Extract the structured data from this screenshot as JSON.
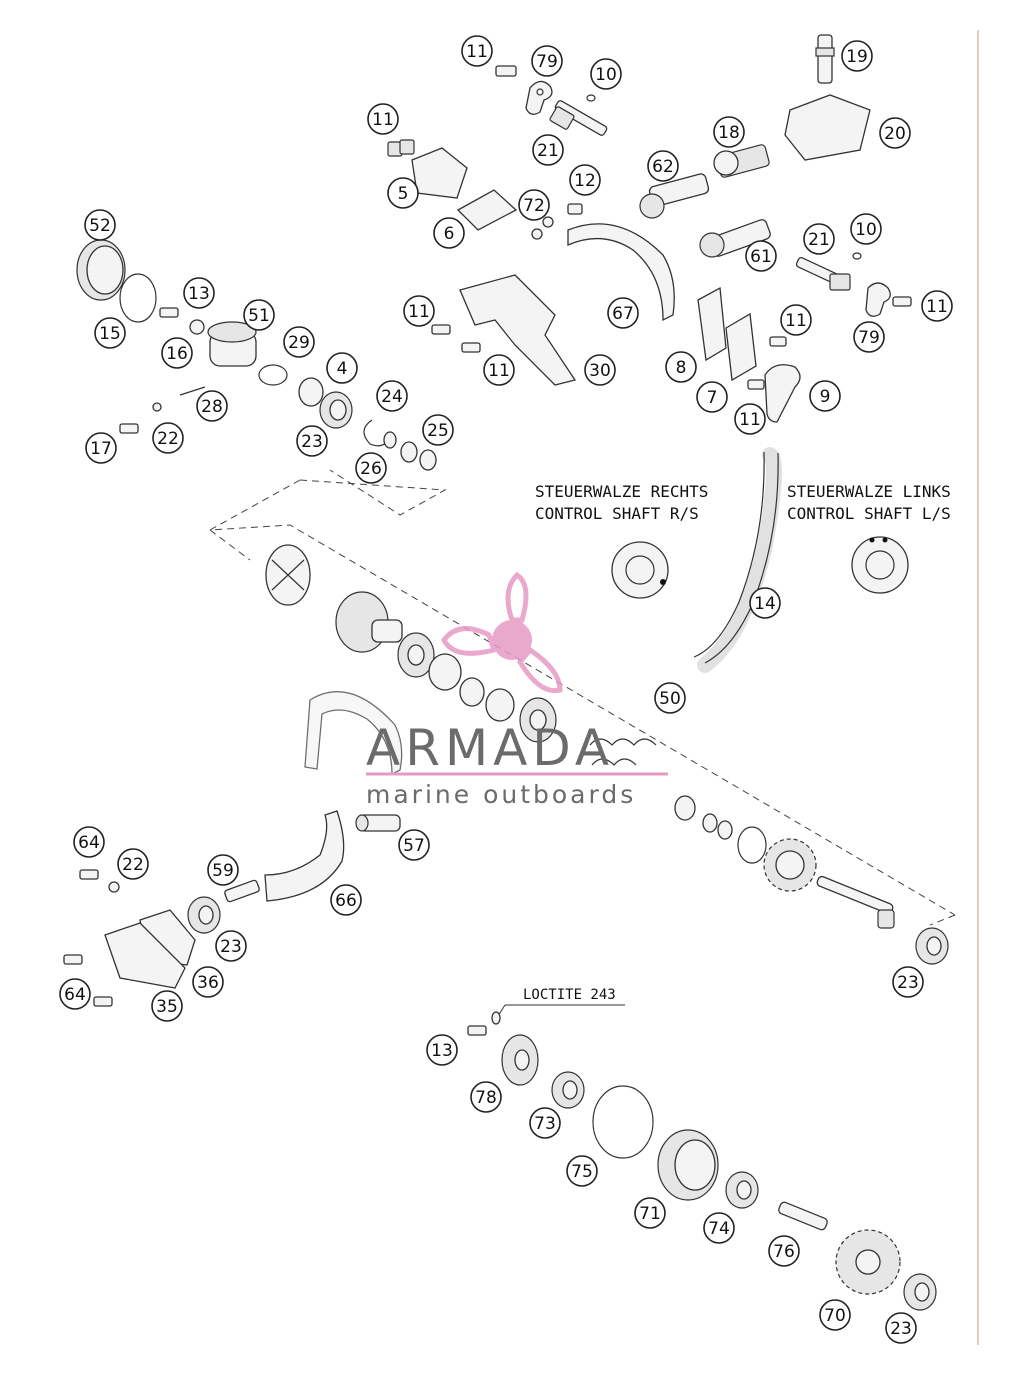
{
  "labels": {
    "control_r_de": "STEUERWALZE RECHTS",
    "control_r_en": "CONTROL SHAFT R/S",
    "control_l_de": "STEUERWALZE LINKS",
    "control_l_en": "CONTROL SHAFT L/S",
    "loctite": "LOCTITE 243"
  },
  "watermark": {
    "brand": "ARMADA",
    "tagline": "marine outboards",
    "color_pink": "#e79bc4",
    "color_gray": "#6b6b6b"
  },
  "callouts": [
    {
      "n": "11"
    },
    {
      "n": "79"
    },
    {
      "n": "10"
    },
    {
      "n": "19"
    },
    {
      "n": "11"
    },
    {
      "n": "21"
    },
    {
      "n": "18"
    },
    {
      "n": "20"
    },
    {
      "n": "5"
    },
    {
      "n": "62"
    },
    {
      "n": "12"
    },
    {
      "n": "72"
    },
    {
      "n": "6"
    },
    {
      "n": "52"
    },
    {
      "n": "21"
    },
    {
      "n": "10"
    },
    {
      "n": "61"
    },
    {
      "n": "13"
    },
    {
      "n": "11"
    },
    {
      "n": "79"
    },
    {
      "n": "11"
    },
    {
      "n": "67"
    },
    {
      "n": "15"
    },
    {
      "n": "51"
    },
    {
      "n": "11"
    },
    {
      "n": "16"
    },
    {
      "n": "29"
    },
    {
      "n": "8"
    },
    {
      "n": "11"
    },
    {
      "n": "30"
    },
    {
      "n": "4"
    },
    {
      "n": "7"
    },
    {
      "n": "9"
    },
    {
      "n": "28"
    },
    {
      "n": "24"
    },
    {
      "n": "11"
    },
    {
      "n": "25"
    },
    {
      "n": "17"
    },
    {
      "n": "22"
    },
    {
      "n": "23"
    },
    {
      "n": "26"
    },
    {
      "n": "14"
    },
    {
      "n": "50"
    },
    {
      "n": "57"
    },
    {
      "n": "64"
    },
    {
      "n": "22"
    },
    {
      "n": "59"
    },
    {
      "n": "66"
    },
    {
      "n": "23"
    },
    {
      "n": "36"
    },
    {
      "n": "64"
    },
    {
      "n": "35"
    },
    {
      "n": "23"
    },
    {
      "n": "13"
    },
    {
      "n": "78"
    },
    {
      "n": "73"
    },
    {
      "n": "75"
    },
    {
      "n": "71"
    },
    {
      "n": "74"
    },
    {
      "n": "76"
    },
    {
      "n": "70"
    },
    {
      "n": "23"
    }
  ]
}
